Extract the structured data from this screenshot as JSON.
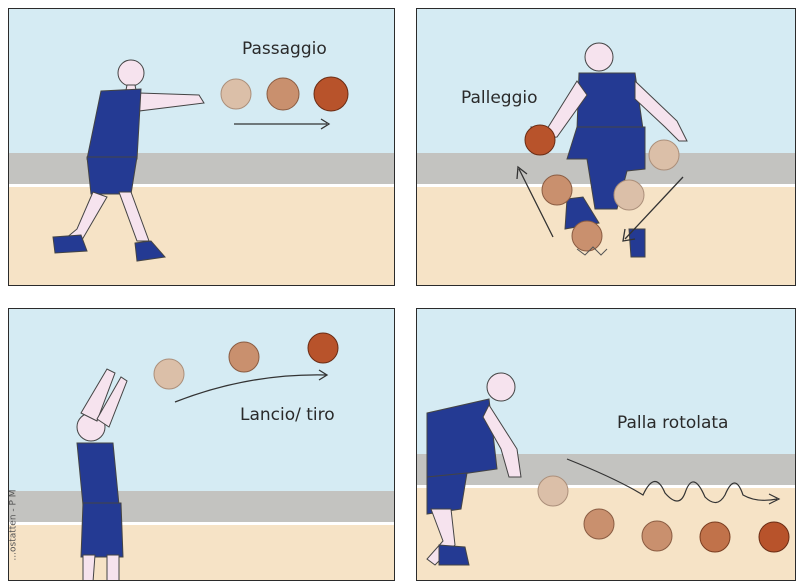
{
  "panels": [
    {
      "label": "Passaggio"
    },
    {
      "label": "Palleggio"
    },
    {
      "label": "Lancio/ tiro"
    },
    {
      "label": "Palla rotolata"
    }
  ],
  "credit": "...ostatten - P M",
  "colors": {
    "sky": "#d5ebf3",
    "wall": "#c3c3c0",
    "floor": "#f6e3c6",
    "jersey": "#243a93",
    "skin": "#f6e3ee",
    "ball": "#b8532b"
  }
}
